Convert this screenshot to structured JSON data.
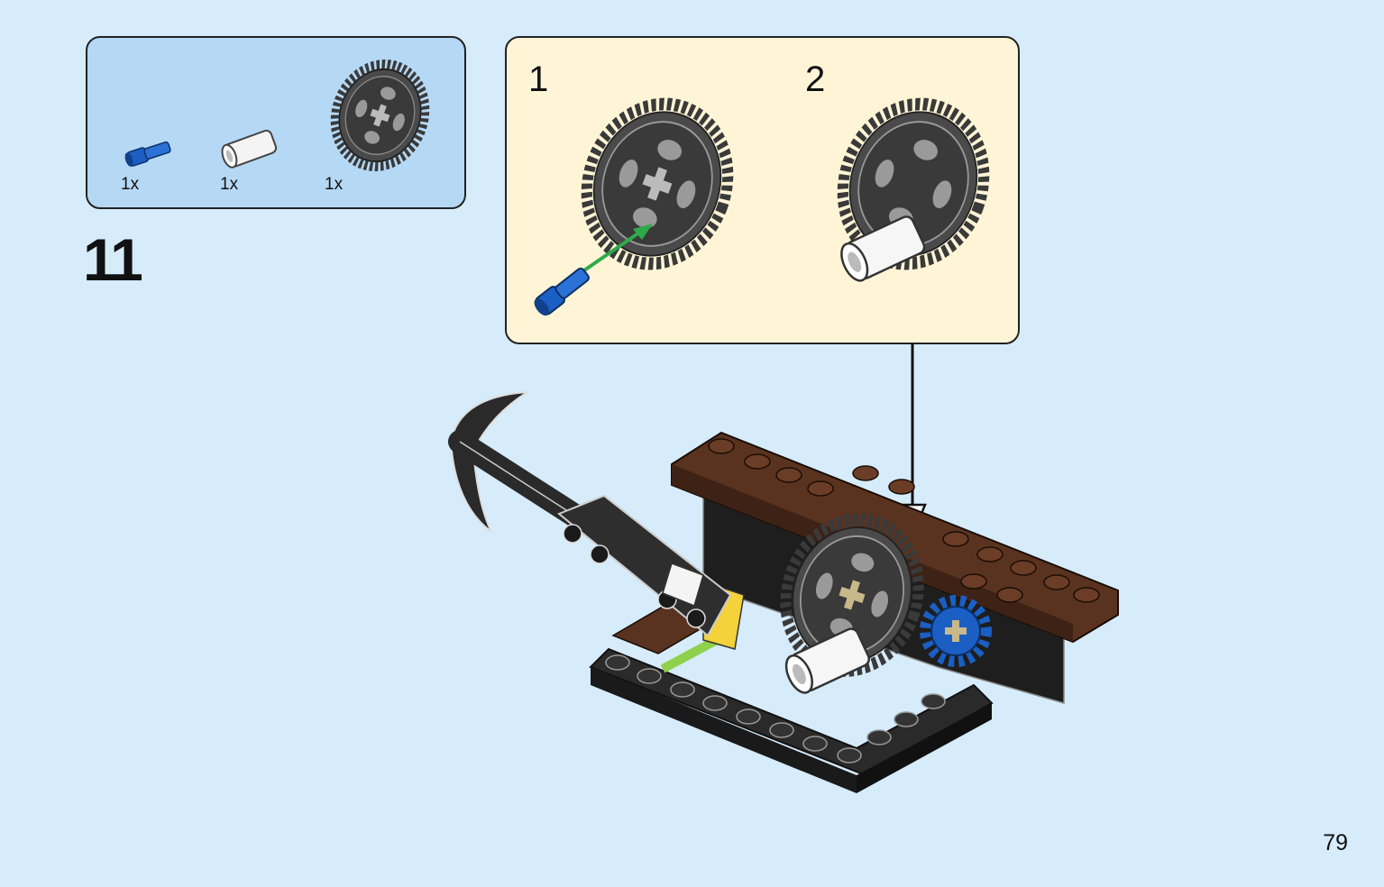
{
  "parts_list": {
    "items": [
      {
        "icon": "blue-axle-pin-icon",
        "quantity": "1x",
        "color": "#1b5fc4"
      },
      {
        "icon": "white-bushing-icon",
        "quantity": "1x",
        "color": "#f2f2f2"
      },
      {
        "icon": "gear-40-tooth-icon",
        "quantity": "1x",
        "color": "#4a4a4a"
      }
    ]
  },
  "step": {
    "number": "11"
  },
  "substeps": [
    {
      "number": "1"
    },
    {
      "number": "2"
    }
  ],
  "page": {
    "number": "79"
  },
  "colors": {
    "page_bg": "#d6ecfb",
    "parts_bg": "#b5d8f5",
    "substep_bg": "#fff5d6",
    "brick_brown": "#5a3320",
    "brick_dark": "#222222",
    "arrow_green": "#2faa4a"
  }
}
